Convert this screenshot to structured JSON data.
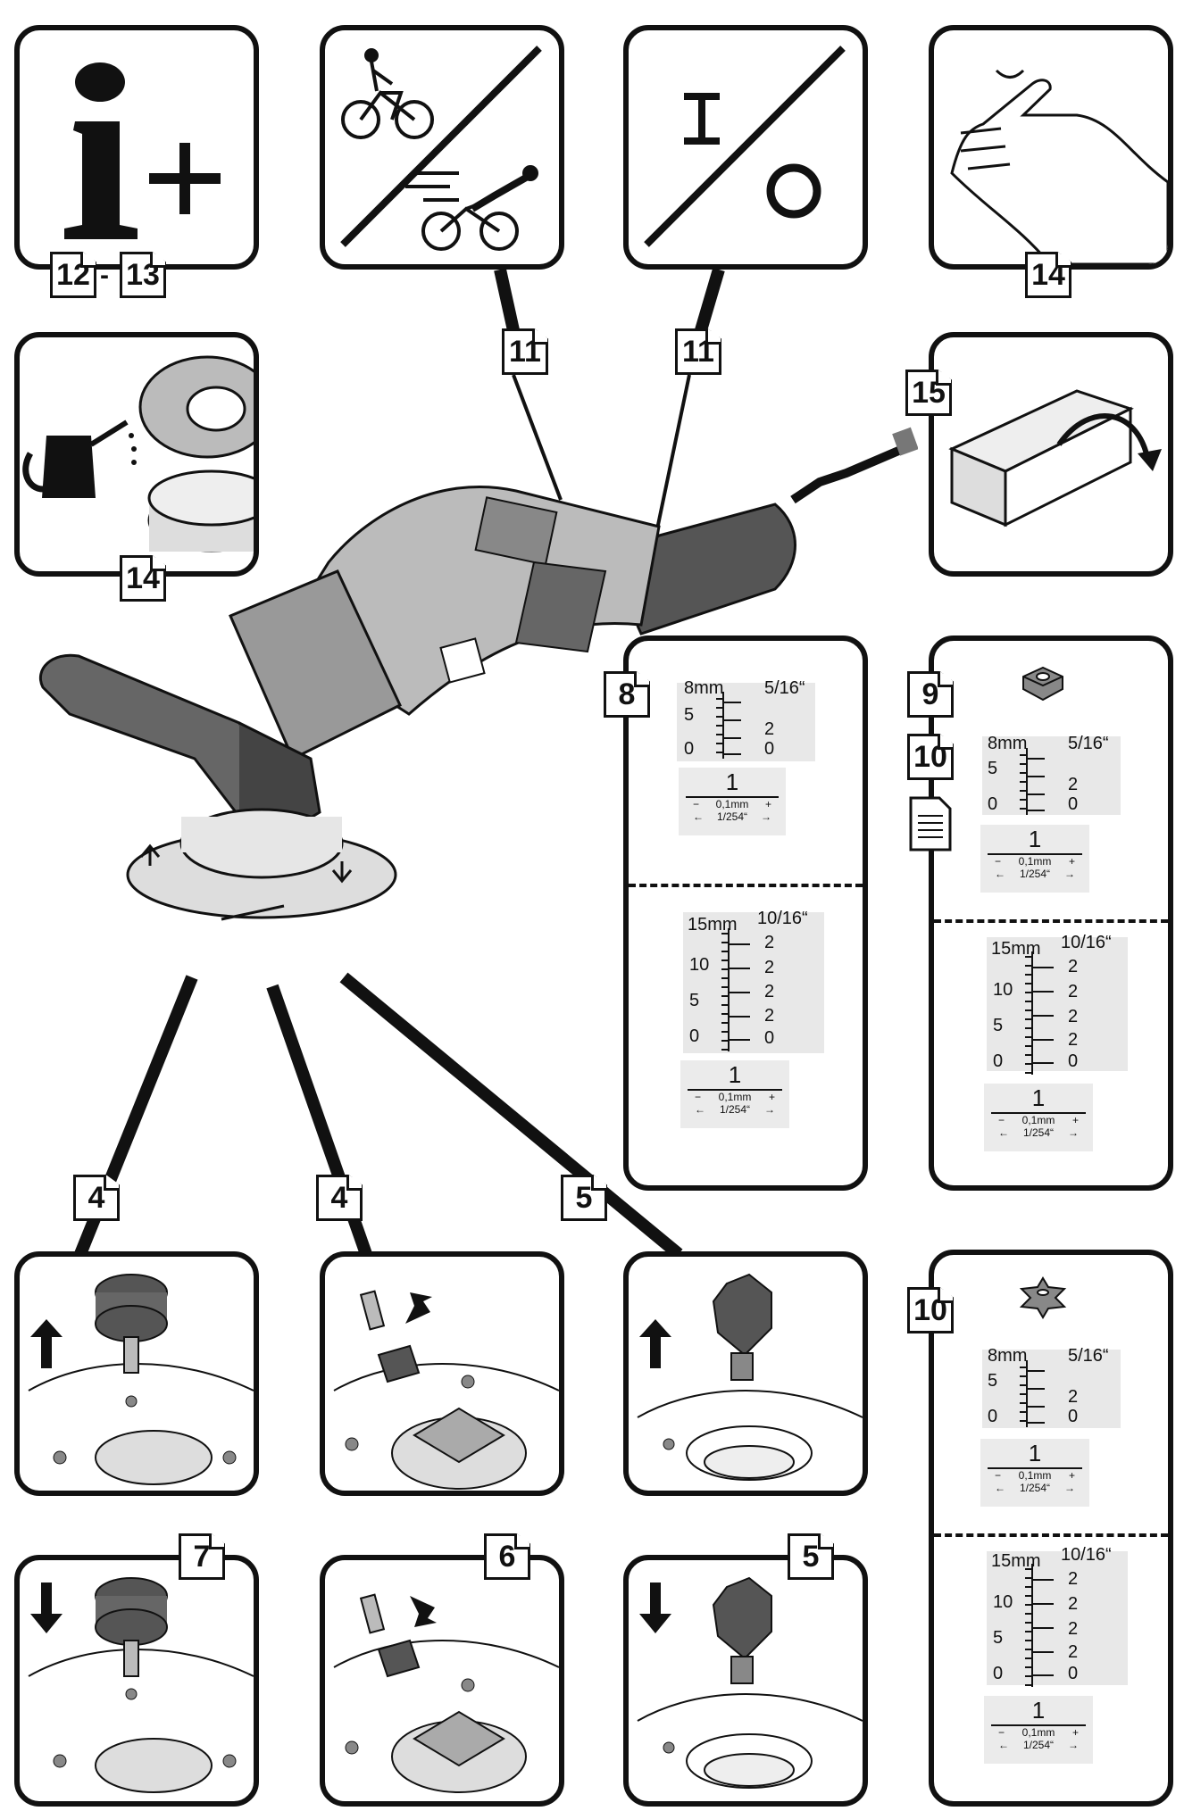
{
  "refs": {
    "info_a": "12",
    "info_sep": "-",
    "info_b": "13",
    "hand": "14",
    "oil": "14",
    "speed": "11",
    "switch": "11",
    "box": "15",
    "depth_single": "8",
    "depth_b1": "9",
    "depth_b2": "10",
    "depth_c": "10",
    "arrow_l": "4",
    "arrow_m": "4",
    "arrow_r": "5",
    "bot_l": "7",
    "bot_m": "6",
    "bot_r": "5"
  },
  "switch_symbols": {
    "on": "I",
    "off": "O"
  },
  "scale_small": {
    "unit_mm": "8mm",
    "unit_inch": "5/16“",
    "left_ticks": [
      "5",
      "0"
    ],
    "right_ticks": [
      "2",
      "0"
    ],
    "step": "1",
    "step_minus": "−",
    "step_plus": "+",
    "step_mm": "0,1mm",
    "step_inch": "1/254“",
    "arrow_left": "←",
    "arrow_right": "→"
  },
  "scale_large": {
    "unit_mm": "15mm",
    "unit_inch": "10/16“",
    "left_ticks": [
      "10",
      "5",
      "0"
    ],
    "right_ticks": [
      "2",
      "2",
      "2",
      "2",
      "0"
    ],
    "step": "1",
    "step_minus": "−",
    "step_plus": "+",
    "step_mm": "0,1mm",
    "step_inch": "1/254“",
    "arrow_left": "←",
    "arrow_right": "→"
  }
}
